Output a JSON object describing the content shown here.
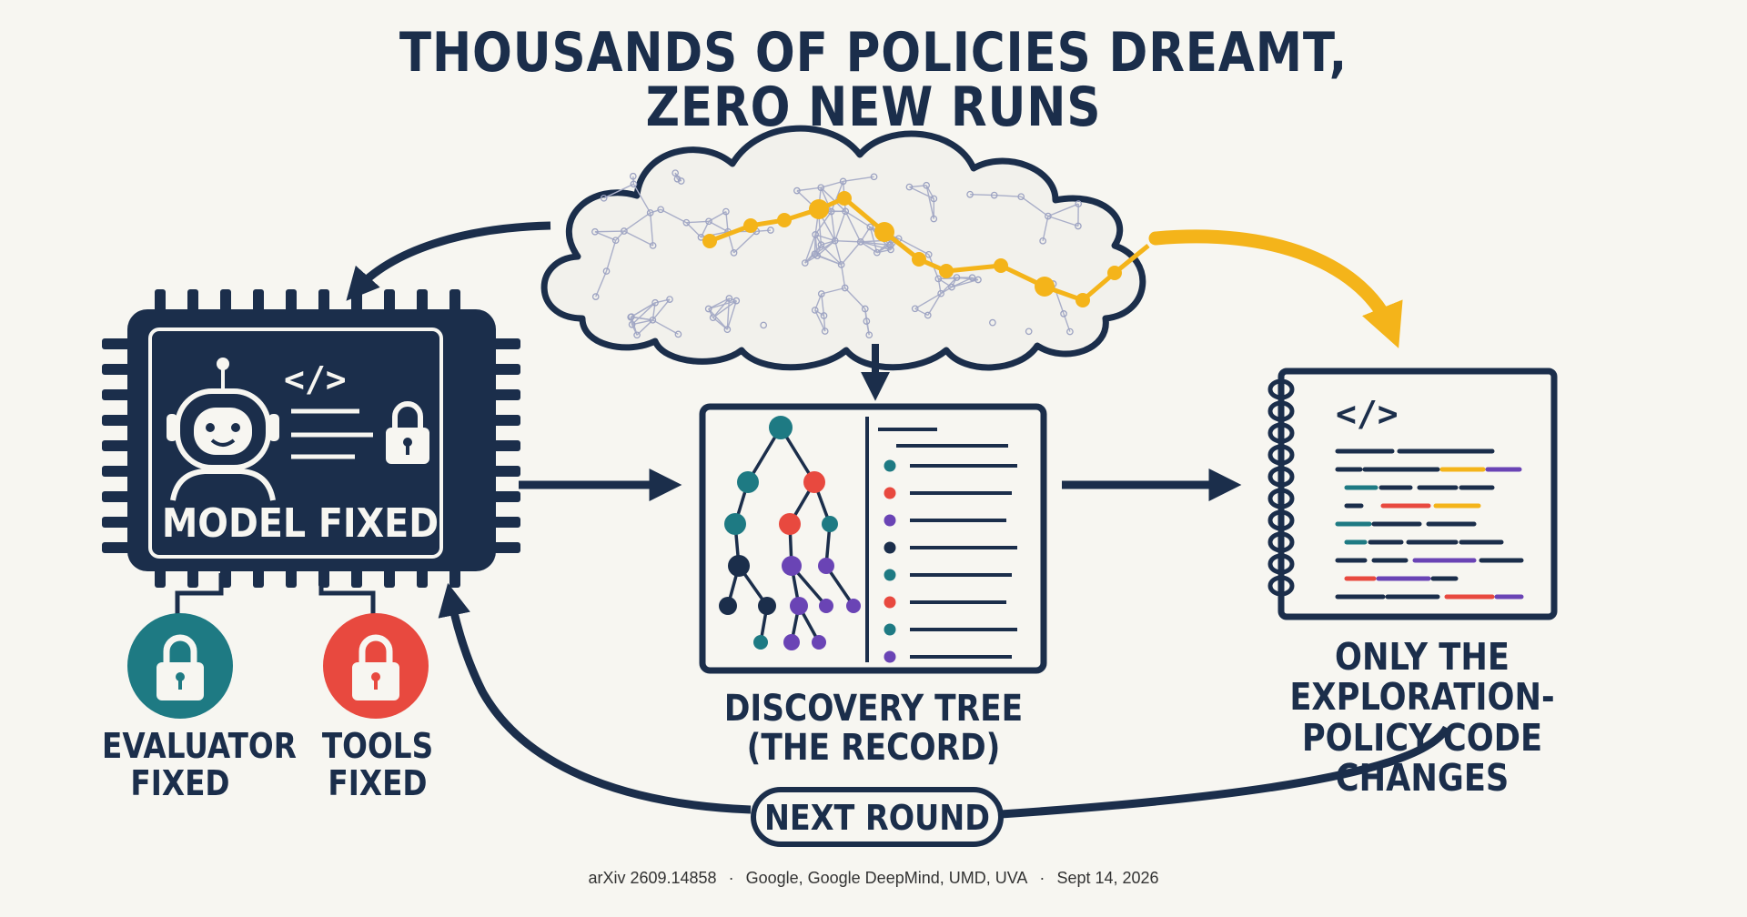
{
  "title": {
    "line1": "THOUSANDS OF POLICIES DREAMT,",
    "line2": "ZERO NEW RUNS"
  },
  "model_box": {
    "label": "MODEL FIXED",
    "code_glyph": "</>",
    "icons": [
      "robot-icon",
      "lock-icon",
      "code-icon"
    ]
  },
  "locks": [
    {
      "label_line1": "EVALUATOR",
      "label_line2": "FIXED",
      "color": "#1e7a83",
      "icon": "lock-icon"
    },
    {
      "label_line1": "TOOLS",
      "label_line2": "FIXED",
      "color": "#e8493f",
      "icon": "lock-icon"
    }
  ],
  "discovery_tree": {
    "label_line1": "DISCOVERY TREE",
    "label_line2": "(THE RECORD)"
  },
  "policy_code": {
    "label_line1": "ONLY THE EXPLORATION-",
    "label_line2": "POLICY CODE CHANGES",
    "code_glyph": "</>"
  },
  "next_round": {
    "label": "NEXT ROUND"
  },
  "caption": {
    "arxiv": "arXiv 2609.14858",
    "authors": "Google, Google DeepMind, UMD, UVA",
    "date": "Sept 14, 2026",
    "separator": "·"
  },
  "colors": {
    "navy": "#1b2e4b",
    "teal": "#1e7a83",
    "red": "#e8493f",
    "purple": "#6a44b5",
    "gold": "#f4b41a",
    "background": "#f7f6f1"
  }
}
